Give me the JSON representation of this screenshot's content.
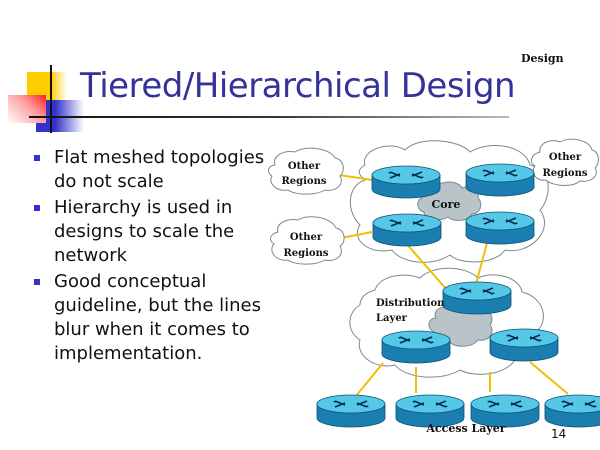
{
  "slide": {
    "title": "Tiered/Hierarchical Design",
    "section_label": "Design",
    "page_number": "14",
    "bullets": [
      "Flat meshed topologies do not scale",
      "Hierarchy is used in designs to scale the network",
      "Good conceptual guideline, but the lines blur when it comes to implementation."
    ]
  },
  "diagram": {
    "labels": {
      "other_regions_1": [
        "Other",
        "Regions"
      ],
      "other_regions_2": [
        "Other",
        "Regions"
      ],
      "other_regions_3": [
        "Other",
        "Regions"
      ],
      "core": "Core",
      "distribution": [
        "Distribution",
        "Layer"
      ],
      "access": "Access Layer"
    }
  },
  "colors": {
    "title": "#333399",
    "bullet": "#3333cc",
    "router_top": "#55c8e8",
    "router_side": "#1a7fb0",
    "link": "#f0c000",
    "inner_cloud": "#b8c4c8"
  }
}
